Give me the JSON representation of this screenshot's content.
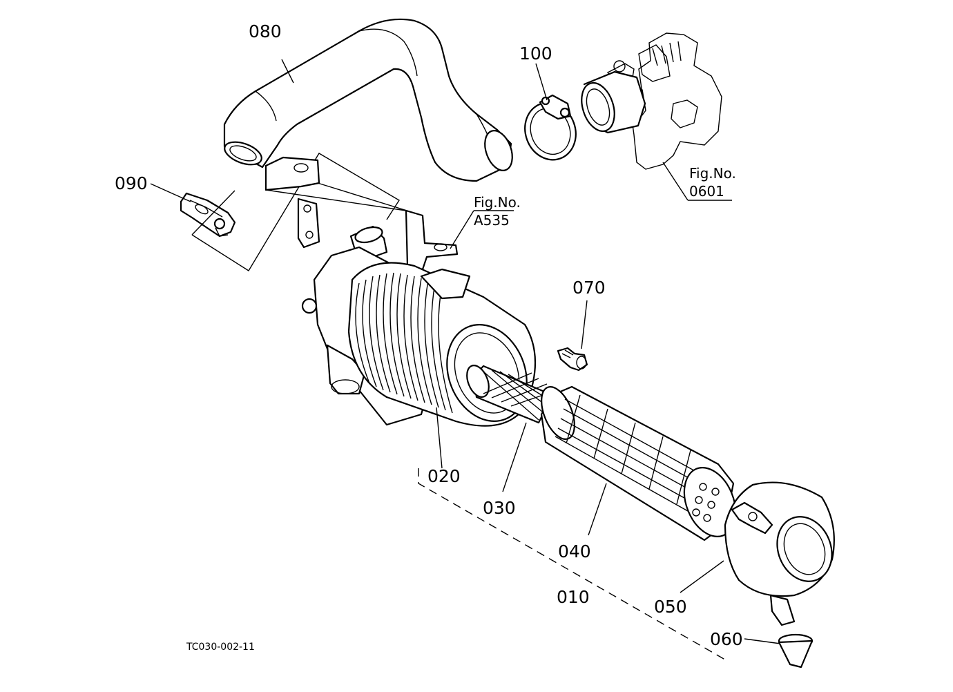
{
  "diagram": {
    "callouts": {
      "p010": "010",
      "p020": "020",
      "p030": "030",
      "p040": "040",
      "p050": "050",
      "p060": "060",
      "p070": "070",
      "p080": "080",
      "p090": "090",
      "p100": "100"
    },
    "fig_refs": {
      "a535": {
        "line1": "Fig.No.",
        "line2": "A535"
      },
      "f0601": {
        "line1": "Fig.No.",
        "line2": "0601"
      }
    },
    "drawing_code": "TC030-002-11"
  }
}
